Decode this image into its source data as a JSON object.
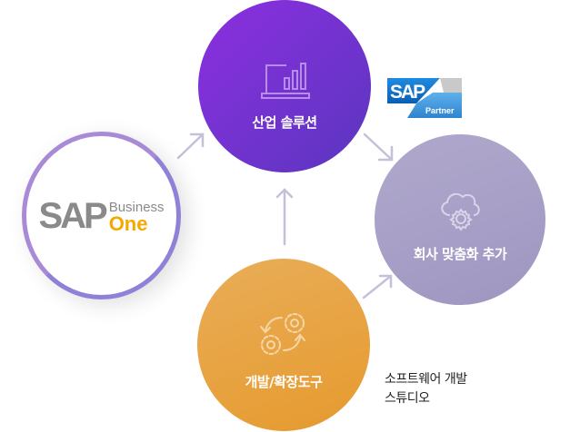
{
  "nodes": {
    "sap_business_one": {
      "brand": "SAP",
      "product_line1": "Business",
      "product_line2": "One",
      "brand_color": "#8a8a8a",
      "accent_color": "#f5a800"
    },
    "industry_solutions": {
      "label": "산업 솔루션",
      "icon": "laptop-chart-icon",
      "color": "#7a32d6"
    },
    "company_customization": {
      "label": "회사 맞춤화 추가",
      "icon": "cloud-gear-icon",
      "color": "#a69ec6"
    },
    "dev_tools": {
      "label": "개발/확장도구",
      "icon": "gears-cycle-icon",
      "color": "#e8a443"
    }
  },
  "partner_badge": {
    "brand": "SAP",
    "text": "Partner"
  },
  "caption": {
    "line1": "소프트웨어 개발",
    "line2": "스튜디오"
  }
}
